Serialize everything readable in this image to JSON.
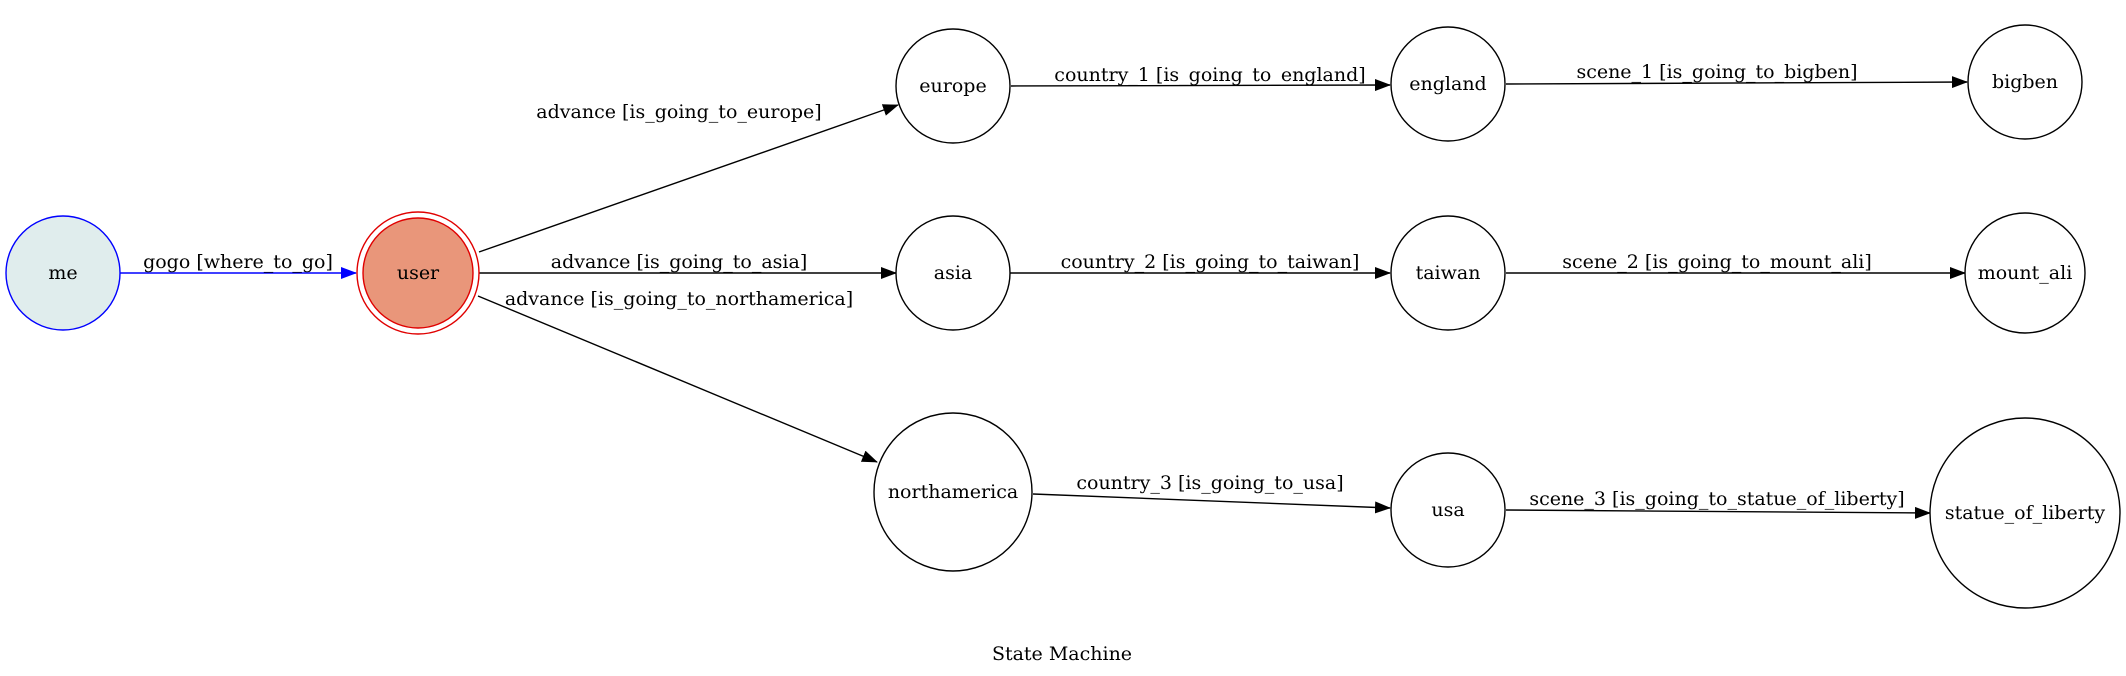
{
  "diagram": {
    "caption": "State Machine",
    "colors": {
      "stroke": "#000000",
      "initial_stroke": "#0000ff",
      "initial_fill": "#e0eded",
      "active_stroke": "#e00000",
      "active_fill": "#e9967a",
      "default_fill": "#ffffff"
    },
    "nodes": {
      "me": "me",
      "user": "user",
      "europe": "europe",
      "asia": "asia",
      "northamerica": "northamerica",
      "england": "england",
      "taiwan": "taiwan",
      "usa": "usa",
      "bigben": "bigben",
      "mount_ali": "mount_ali",
      "statue_of_liberty": "statue_of_liberty"
    },
    "edges": {
      "me_user": "gogo [where_to_go]",
      "user_europe": "advance [is_going_to_europe]",
      "user_asia": "advance [is_going_to_asia]",
      "user_northamerica": "advance [is_going_to_northamerica]",
      "europe_england": "country_1 [is_going_to_england]",
      "asia_taiwan": "country_2 [is_going_to_taiwan]",
      "northamerica_usa": "country_3 [is_going_to_usa]",
      "england_bigben": "scene_1 [is_going_to_bigben]",
      "taiwan_mount_ali": "scene_2 [is_going_to_mount_ali]",
      "usa_statue_of_liberty": "scene_3 [is_going_to_statue_of_liberty]"
    }
  }
}
